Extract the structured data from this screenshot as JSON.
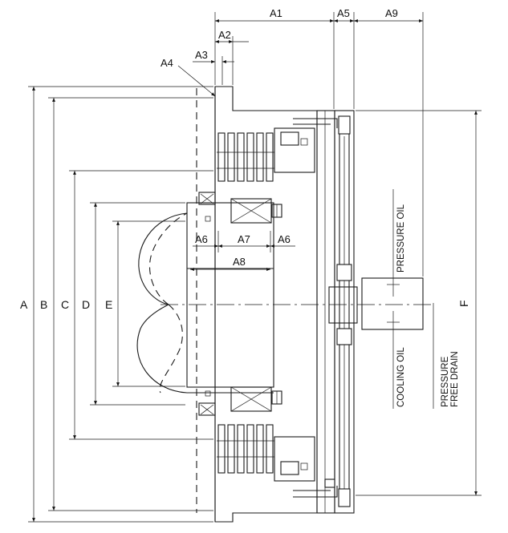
{
  "dimensions": {
    "a1": "A1",
    "a2": "A2",
    "a3": "A3",
    "a4": "A4",
    "a5": "A5",
    "a6_left": "A6",
    "a6_right": "A6",
    "a7": "A7",
    "a8": "A8",
    "a9": "A9",
    "b": "B",
    "c": "C",
    "d": "D",
    "e": "E",
    "f": "F",
    "a": "A"
  },
  "ports": {
    "pressure_oil": "PRESSURE OIL",
    "cooling_oil": "COOLING OIL",
    "pressure_free_drain_line1": "PRESSURE",
    "pressure_free_drain_line2": "FREE DRAIN"
  }
}
